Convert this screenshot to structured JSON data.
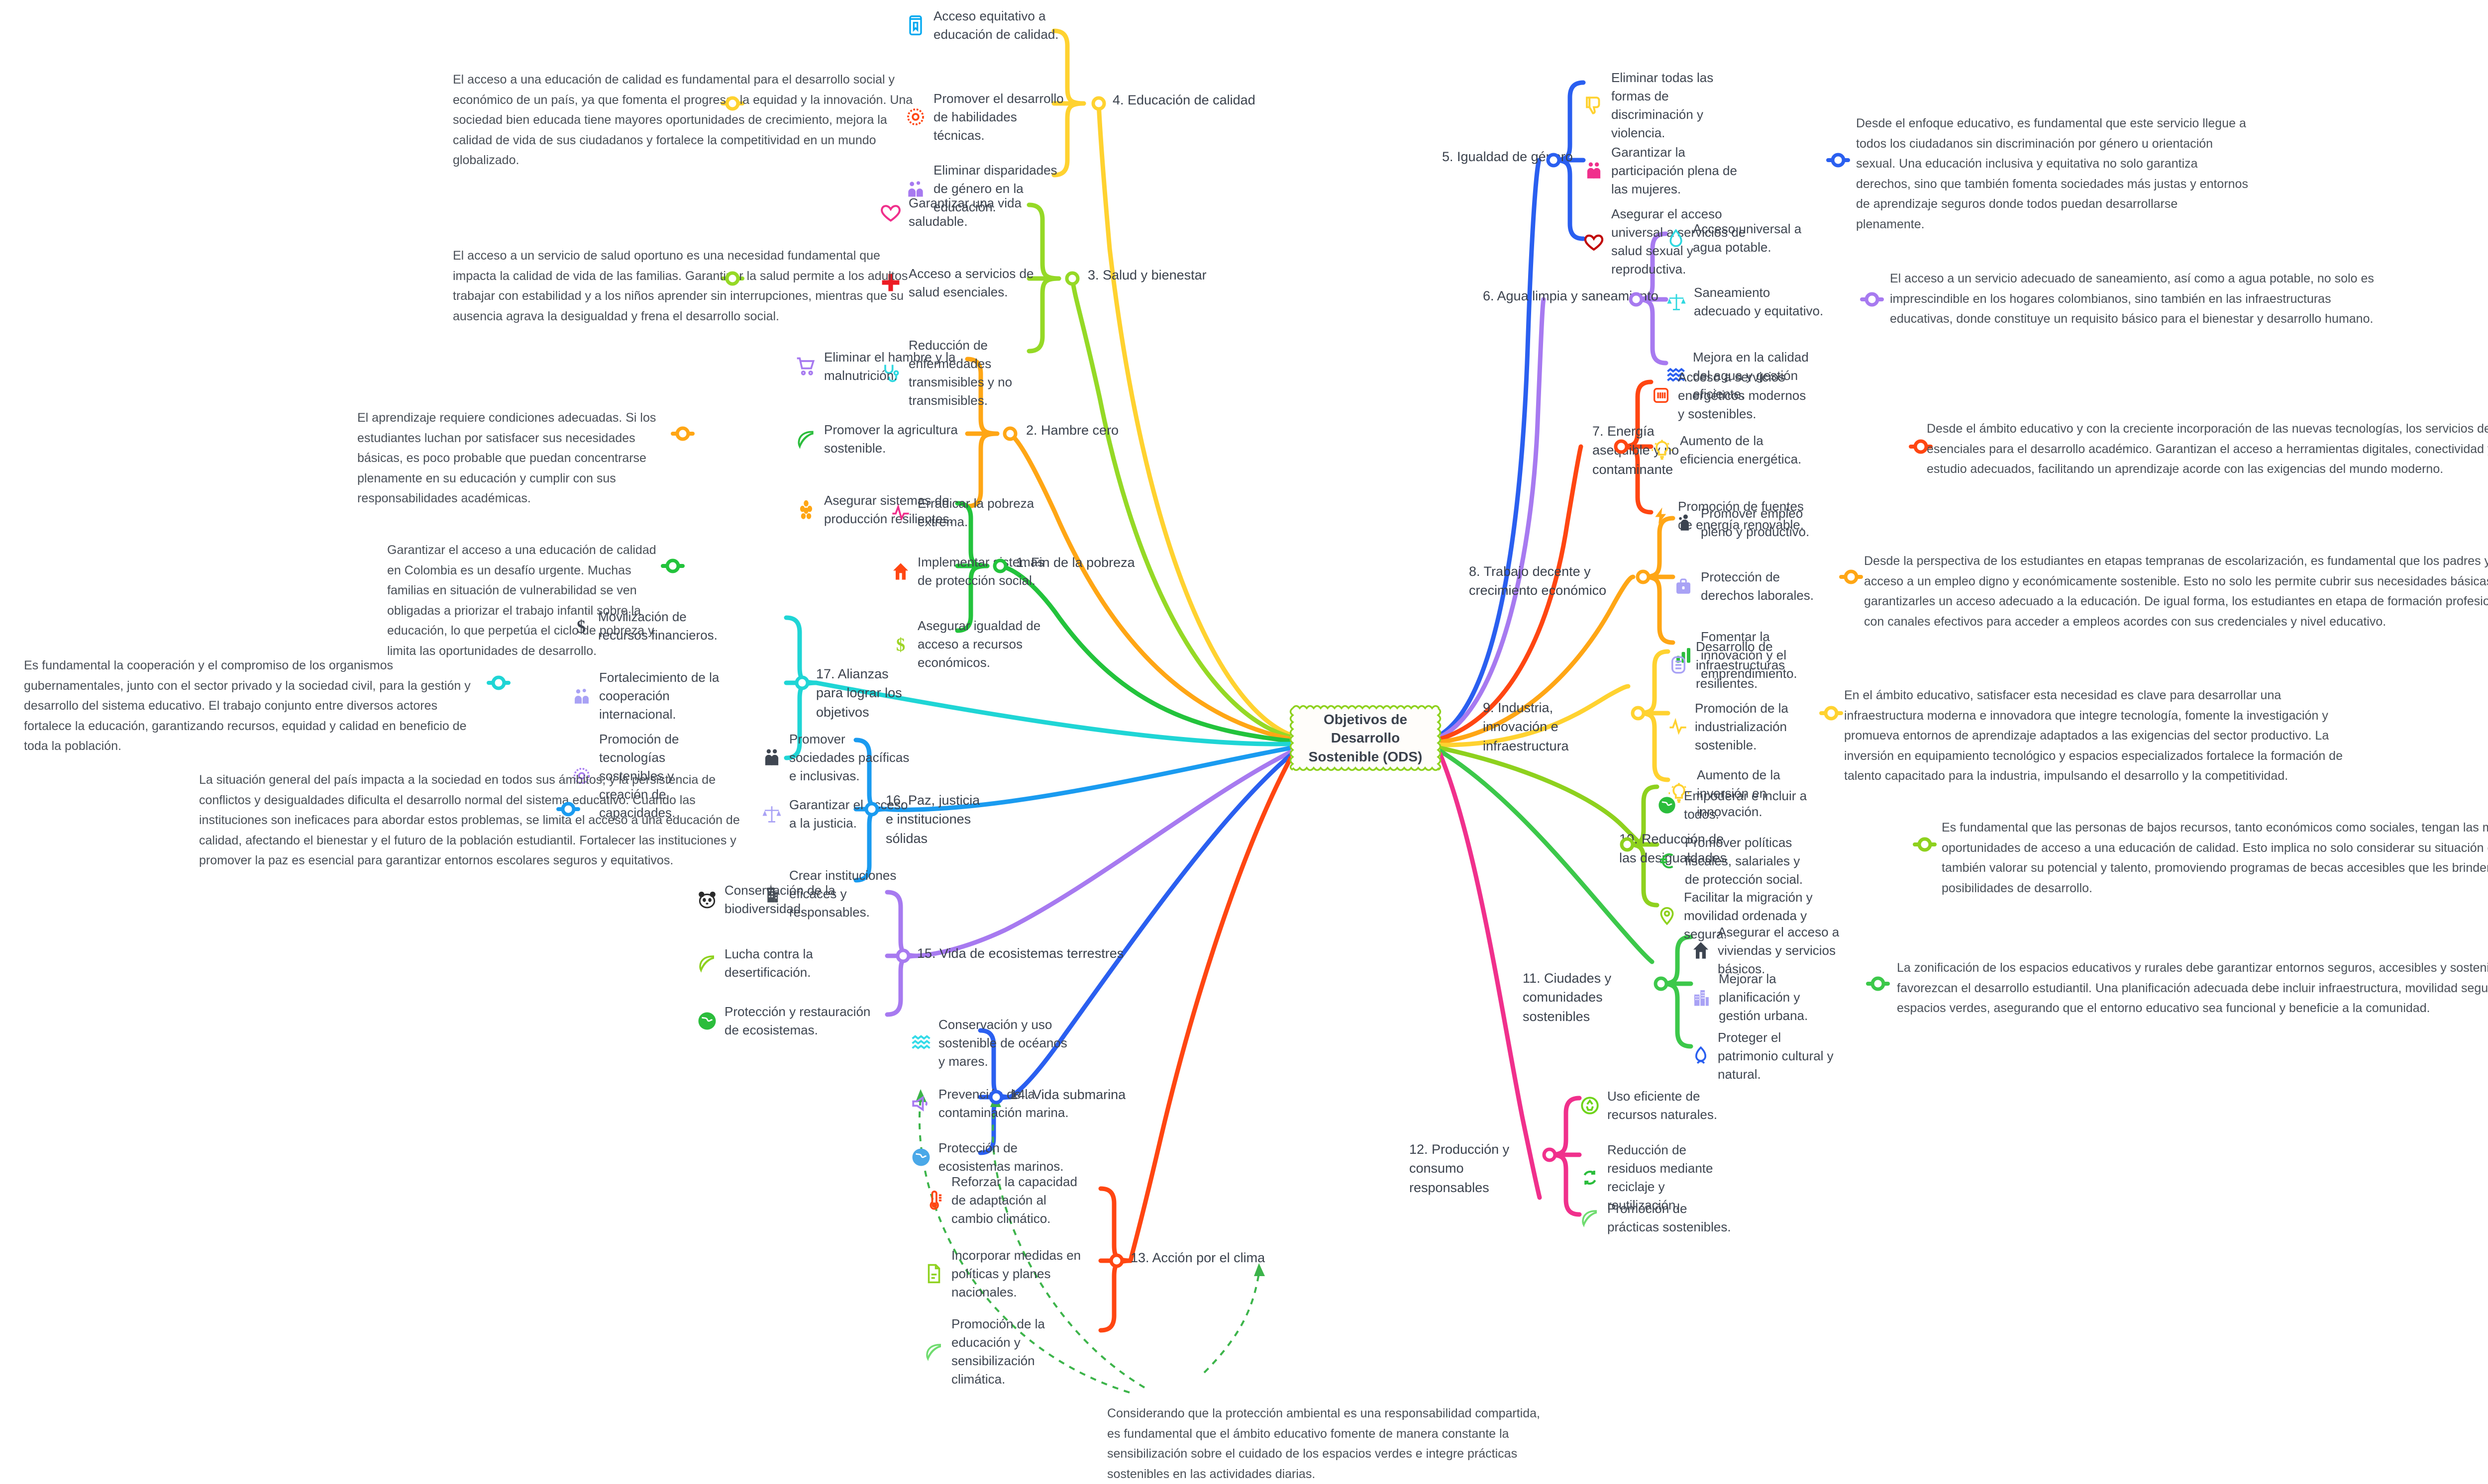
{
  "central": {
    "title": "Objetivos de\nDesarrollo Sostenible\n(ODS)",
    "border_color": "#8ed11e"
  },
  "branches": [
    {
      "id": "ods4",
      "title": "4. Educación de calidad",
      "color": "#ffd230",
      "note": "El acceso a una educación de calidad es fundamental para el desarrollo social y económico de un país, ya que fomenta el progreso, la equidad y la innovación. Una sociedad bien educada tiene mayores oportunidades de crecimiento, mejora la calidad de vida de sus ciudadanos y fortalece la competitividad en un mundo globalizado.",
      "children": [
        {
          "label": "Acceso equitativo a educación de calidad.",
          "icon": "book-icon",
          "icon_color": "#00a8f0"
        },
        {
          "label": "Promover el desarrollo de habilidades técnicas.",
          "icon": "gear-icon",
          "icon_color": "#ff4612"
        },
        {
          "label": "Eliminar disparidades de género en la educación.",
          "icon": "people-group-icon",
          "icon_color": "#a77af0"
        }
      ]
    },
    {
      "id": "ods3",
      "title": "3. Salud y bienestar",
      "color": "#95d926",
      "note": "El acceso a un servicio de salud oportuno es una necesidad fundamental que impacta la calidad de vida de las familias. Garantizar la salud permite a los adultos trabajar con estabilidad y a los niños aprender sin interrupciones, mientras que su ausencia agrava la desigualdad y frena el desarrollo social.",
      "children": [
        {
          "label": "Garantizar una vida saludable.",
          "icon": "heart-icon",
          "icon_color": "#f0308c"
        },
        {
          "label": "Acceso a servicios de salud esenciales.",
          "icon": "medical-cross-icon",
          "icon_color": "#ed1c24"
        },
        {
          "label": "Reducción de enfermedades transmisibles y no transmisibles.",
          "icon": "stethoscope-icon",
          "icon_color": "#2fd8e0"
        }
      ]
    },
    {
      "id": "ods2",
      "title": "2. Hambre cero",
      "color": "#ffa615",
      "note": "El aprendizaje requiere condiciones adecuadas. Si los estudiantes luchan por satisfacer sus necesidades básicas, es poco probable que puedan concentrarse plenamente en su educación y cumplir con sus responsabilidades académicas.",
      "children": [
        {
          "label": "Eliminar el hambre y la malnutrición.",
          "icon": "shopping-cart-icon",
          "icon_color": "#a77af0"
        },
        {
          "label": "Promover la agricultura sostenible.",
          "icon": "leaf-icon",
          "icon_color": "#2bbd3c"
        },
        {
          "label": "Asegurar sistemas de producción resilientes.",
          "icon": "grain-icon",
          "icon_color": "#ffa615"
        }
      ]
    },
    {
      "id": "ods1",
      "title": "1. Fin de la pobreza",
      "color": "#23c33c",
      "note": "Garantizar el acceso a una educación de calidad en Colombia es un desafío urgente. Muchas familias en situación de vulnerabilidad se ven obligadas a priorizar el trabajo infantil sobre la educación, lo que perpetúa el ciclo de pobreza y limita las oportunidades de desarrollo.",
      "children": [
        {
          "label": "Erradicar la pobreza extrema.",
          "icon": "pulse-icon",
          "icon_color": "#f0308c"
        },
        {
          "label": "Implementar sistemas de protección social.",
          "icon": "home-icon",
          "icon_color": "#ff4612"
        },
        {
          "label": "Asegurar igualdad de acceso a recursos económicos.",
          "icon": "dollar-icon",
          "icon_color": "#9ed426"
        }
      ]
    },
    {
      "id": "ods17",
      "title": "17. Alianzas para lograr los objetivos",
      "color": "#1fd5d5",
      "note": "Es fundamental la cooperación y el compromiso de los organismos gubernamentales, junto con el sector privado y la sociedad civil, para la gestión y desarrollo del sistema educativo. El trabajo conjunto entre diversos actores fortalece la educación, garantizando recursos, equidad y calidad en beneficio de toda la población.",
      "children": [
        {
          "label": "Movilización de recursos financieros.",
          "icon": "dollar-icon",
          "icon_color": "#3f4651"
        },
        {
          "label": "Fortalecimiento de la cooperación internacional.",
          "icon": "people-group-icon",
          "icon_color": "#a9a2f5"
        },
        {
          "label": "Promoción de tecnologías sostenibles y creación de capacidades.",
          "icon": "gear-icon",
          "icon_color": "#a77af0"
        }
      ]
    },
    {
      "id": "ods16",
      "title": "16. Paz, justicia e instituciones sólidas",
      "color": "#1a9bf0",
      "note": "La situación general del país impacta a la sociedad en todos sus ámbitos, y la persistencia de conflictos y desigualdades dificulta el desarrollo normal del sistema educativo. Cuando las instituciones son ineficaces para abordar estos problemas, se limita el acceso a una educación de calidad, afectando el bienestar y el futuro de la población estudiantil. Fortalecer las instituciones y promover la paz es esencial para garantizar entornos escolares seguros y equitativos.",
      "children": [
        {
          "label": "Promover sociedades pacíficas e inclusivas.",
          "icon": "two-people-icon",
          "icon_color": "#3f4651"
        },
        {
          "label": "Garantizar el acceso a la justicia.",
          "icon": "scales-icon",
          "icon_color": "#a9a2f5"
        },
        {
          "label": "Crear instituciones eficaces y responsables.",
          "icon": "building-icon",
          "icon_color": "#4a5159"
        }
      ]
    },
    {
      "id": "ods15",
      "title": "15. Vida de ecosistemas terrestres",
      "color": "#a77af0",
      "note": "",
      "children": [
        {
          "label": "Conservación de la biodiversidad.",
          "icon": "panda-icon",
          "icon_color": "#2b2b2b"
        },
        {
          "label": "Lucha contra la desertificación.",
          "icon": "leaf-icon",
          "icon_color": "#8ed11e"
        },
        {
          "label": "Protección y restauración de ecosistemas.",
          "icon": "globe-icon",
          "icon_color": "#2bbd3c"
        }
      ]
    },
    {
      "id": "ods14",
      "title": "14. Vida submarina",
      "color": "#2a5ff0",
      "note": "",
      "children": [
        {
          "label": "Conservación y uso sostenible de océanos y mares.",
          "icon": "waves-icon",
          "icon_color": "#33dbe8"
        },
        {
          "label": "Prevención de la contaminación marina.",
          "icon": "megaphone-icon",
          "icon_color": "#a77af0"
        },
        {
          "label": "Protección de ecosistemas marinos.",
          "icon": "globe-icon",
          "icon_color": "#4aa8e8"
        }
      ]
    },
    {
      "id": "ods13",
      "title": "13. Acción por el clima",
      "color": "#ff4612",
      "note": "",
      "children": [
        {
          "label": "Reforzar la capacidad de adaptación al cambio climático.",
          "icon": "thermometer-icon",
          "icon_color": "#ff4612"
        },
        {
          "label": "Incorporar medidas en políticas y planes nacionales.",
          "icon": "document-icon",
          "icon_color": "#8ed11e"
        },
        {
          "label": "Promoción de la educación y sensibilización climática.",
          "icon": "leaf-icon",
          "icon_color": "#6fdc6f"
        }
      ]
    },
    {
      "id": "ods12",
      "title": "12. Producción y consumo responsables",
      "color": "#f0308c",
      "note": "",
      "children": [
        {
          "label": "Uso eficiente de recursos naturales.",
          "icon": "recycle-circle-icon",
          "icon_color": "#6fd41a"
        },
        {
          "label": "Reducción de residuos mediante reciclaje y reutilización.",
          "icon": "recycle-icon",
          "icon_color": "#2bbd3c"
        },
        {
          "label": "Promoción de prácticas sostenibles.",
          "icon": "leaf-icon",
          "icon_color": "#6fdc6f"
        }
      ]
    },
    {
      "id": "ods11",
      "title": "11. Ciudades y comunidades sostenibles",
      "color": "#3cc84a",
      "note": "La zonificación de los espacios educativos y rurales debe garantizar entornos seguros, accesibles y sostenibles que favorezcan el desarrollo estudiantil. Una planificación adecuada debe incluir infraestructura, movilidad segura y espacios verdes, asegurando que el entorno educativo sea funcional y beneficie a la comunidad.",
      "children": [
        {
          "label": "Asegurar el acceso a viviendas y servicios básicos.",
          "icon": "home-icon",
          "icon_color": "#3c4450"
        },
        {
          "label": "Mejorar la planificación y gestión urbana.",
          "icon": "city-icon",
          "icon_color": "#a9a2f5"
        },
        {
          "label": "Proteger el patrimonio cultural y natural.",
          "icon": "ribbon-icon",
          "icon_color": "#2a5ff0"
        }
      ]
    },
    {
      "id": "ods10",
      "title": "10. Reducción de las desigualdades",
      "color": "#8ed11e",
      "note": "Es fundamental que las personas de bajos recursos, tanto económicos como sociales, tengan las mismas oportunidades de acceso a una educación de calidad. Esto implica no solo considerar su situación económica, sino también valorar su potencial y talento, promoviendo programas de becas accesibles que les brinden mayores posibilidades de desarrollo.",
      "children": [
        {
          "label": "Empoderar e incluir a todos.",
          "icon": "globe-icon",
          "icon_color": "#2bbd3c"
        },
        {
          "label": "Promover políticas fiscales, salariales y de protección social.",
          "icon": "euro-icon",
          "icon_color": "#2bbd3c"
        },
        {
          "label": "Facilitar la migración y movilidad ordenada y segura.",
          "icon": "location-pin-icon",
          "icon_color": "#8ed11e"
        }
      ]
    },
    {
      "id": "ods9",
      "title": "9. Industria, innovación e infraestructura",
      "color": "#ffd230",
      "note": "En el ámbito educativo, satisfacer esta necesidad es clave para desarrollar una infraestructura moderna e innovadora que integre tecnología, fomente la investigación y promueva entornos de aprendizaje adaptados a las exigencias del sector productivo. La inversión en equipamiento tecnológico y espacios especializados fortalece la formación de talento capacitado para la industria, impulsando el desarrollo y la competitividad.",
      "children": [
        {
          "label": "Desarrollo de infraestructuras resilientes.",
          "icon": "server-icon",
          "icon_color": "#a9a2f5"
        },
        {
          "label": "Promoción de la industrialización sostenible.",
          "icon": "pulse-icon",
          "icon_color": "#ffd230"
        },
        {
          "label": "Aumento de la inversión en innovación.",
          "icon": "lightbulb-icon",
          "icon_color": "#ffd230"
        }
      ]
    },
    {
      "id": "ods8",
      "title": "8. Trabajo decente y crecimiento económico",
      "color": "#ffa615",
      "note": "Desde la perspectiva de los estudiantes en etapas tempranas de escolarización, es fundamental que los padres y tutores tengan acceso a un empleo digno y económicamente sostenible. Esto no solo les permite cubrir sus necesidades básicas, sino también garantizarles un acceso adecuado a la educación. De igual forma, los estudiantes en etapa de formación profesional deben contar con canales efectivos para acceder a empleos acordes con sus credenciales y nivel educativo.",
      "children": [
        {
          "label": "Promover empleo pleno y productivo.",
          "icon": "person-icon",
          "icon_color": "#3c4450"
        },
        {
          "label": "Protección de derechos laborales.",
          "icon": "briefcase-icon",
          "icon_color": "#a9a2f5"
        },
        {
          "label": "Fomentar la innovación y el emprendimiento.",
          "icon": "bar-chart-icon",
          "icon_color": "#2bbd3c"
        }
      ]
    },
    {
      "id": "ods7",
      "title": "7. Energía asequible y no contaminante",
      "color": "#ff4612",
      "note": "Desde el ámbito educativo y con la creciente incorporación de las nuevas tecnologías, los servicios de electricidad son esenciales para el desarrollo académico. Garantizan el acceso a herramientas digitales, conectividad y entornos de estudio adecuados, facilitando un aprendizaje acorde con las exigencias del mundo moderno.",
      "children": [
        {
          "label": "Acceso a servicios energéticos modernos y sostenibles.",
          "icon": "battery-icon",
          "icon_color": "#ff4612"
        },
        {
          "label": "Aumento de la eficiencia energética.",
          "icon": "lightbulb-icon",
          "icon_color": "#ffd230"
        },
        {
          "label": "Promoción de fuentes de energía renovable.",
          "icon": "bolt-icon",
          "icon_color": "#ffa615"
        }
      ]
    },
    {
      "id": "ods6",
      "title": "6. Agua limpia y saneamiento",
      "color": "#a77af0",
      "note": "El acceso a un servicio adecuado de saneamiento, así como a agua potable, no solo es imprescindible en los hogares colombianos, sino también en las infraestructuras educativas, donde constituye un requisito básico para el bienestar y desarrollo humano.",
      "children": [
        {
          "label": "Acceso universal a agua potable.",
          "icon": "water-drop-icon",
          "icon_color": "#2fd8e0"
        },
        {
          "label": "Saneamiento adecuado y equitativo.",
          "icon": "scales-icon",
          "icon_color": "#2fd8e0"
        },
        {
          "label": "Mejora en la calidad del agua y gestión eficiente.",
          "icon": "waves-icon",
          "icon_color": "#2a5ff0"
        }
      ]
    },
    {
      "id": "ods5",
      "title": "5. Igualdad de género",
      "color": "#2a5ff0",
      "note": "Desde el enfoque educativo, es fundamental que este servicio llegue a todos los ciudadanos sin discriminación por género u orientación sexual. Una educación inclusiva y equitativa no solo garantiza derechos, sino que también fomenta sociedades más justas y entornos de aprendizaje seguros donde todos puedan desarrollarse plenamente.",
      "children": [
        {
          "label": "Eliminar todas las formas de discriminación y violencia.",
          "icon": "thumbs-down-icon",
          "icon_color": "#ffd230"
        },
        {
          "label": "Garantizar la participación plena de las mujeres.",
          "icon": "two-people-icon",
          "icon_color": "#f0308c"
        },
        {
          "label": "Asegurar el acceso universal a servicios de salud sexual y reproductiva.",
          "icon": "heart-icon",
          "icon_color": "#c00000"
        }
      ]
    }
  ],
  "floating_note": {
    "text": "Considerando que la protección ambiental es una responsabilidad compartida, es fundamental que el ámbito educativo fomente de manera constante la sensibilización sobre el cuidado de los espacios verdes e integre prácticas sostenibles en las actividades diarias.",
    "color": "#3cb44a"
  }
}
